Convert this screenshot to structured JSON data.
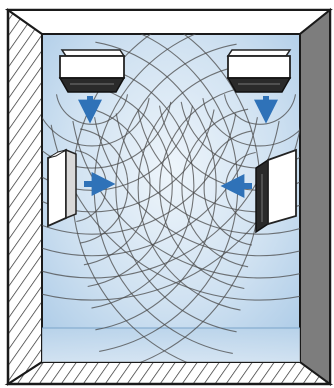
{
  "diagram": {
    "subject": "room-with-four-speakers-sound-propagation",
    "speakers": [
      {
        "id": "ceiling-left",
        "mount": "ceiling",
        "emits": "down"
      },
      {
        "id": "ceiling-right",
        "mount": "ceiling",
        "emits": "down"
      },
      {
        "id": "wall-left",
        "mount": "wall",
        "emits": "right"
      },
      {
        "id": "wall-right",
        "mount": "wall",
        "emits": "left"
      }
    ],
    "colors": {
      "wall_outline": "#1a1a1a",
      "wall_fill": "#ffffff",
      "inner_wall_gray": "#7d7d7d",
      "floor_gray": "#c9c9c9",
      "room_light": "#eef5fb",
      "room_blue": "#a9c9e6",
      "wave_lines": "#4a4a4a",
      "arrow_blue": "#2f72b8",
      "speaker_face": "#ffffff",
      "speaker_dark": "#222222"
    }
  }
}
